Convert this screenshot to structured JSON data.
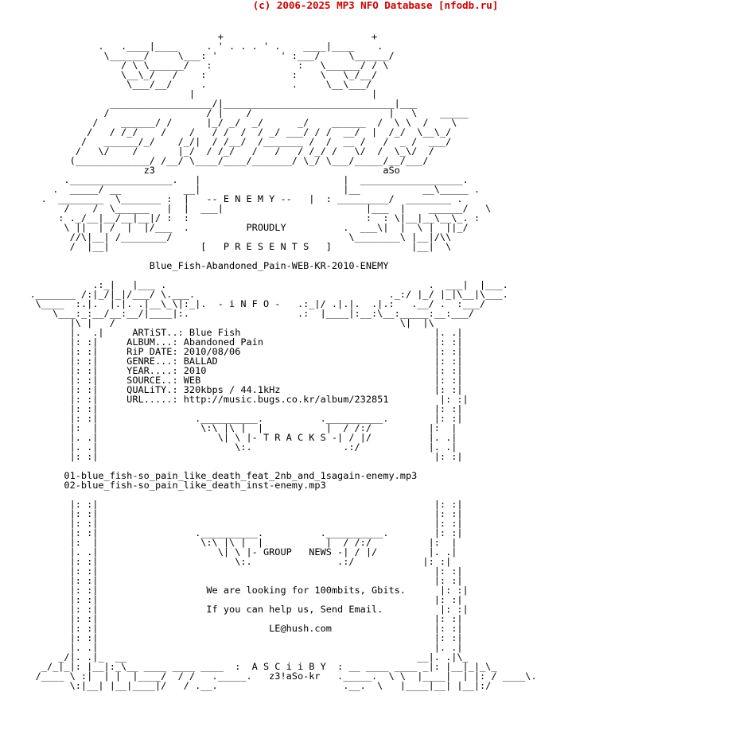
{
  "header": {
    "copyright": "(c) 2006-2025 MP3 NFO Database [nfodb.ru]",
    "color": "#cc0000"
  },
  "nfo": {
    "text_color": "#000000",
    "lines": [
      "",
      "                                    +                          +",
      "               .   .____|____     . ' . . . ' .    ____|____    .",
      "                \\______/     \\___: '           ' :___/     \\______/",
      "                   / \\ \\______/   :               :   \\______/ / \\",
      "                   \\__\\_/   /    :               :    \\   \\_/__/",
      "                    \\___/__/     .               .     \\__\\___/",
      "                               |                               |",
      "                 __________________/|______________________________|___",
      "                /                 / |    /                        |   \\    _____",
      "              /    ______/ /      |_/ _/  _/      _/    ______  /  \\ \\  /    \\",
      "             /   / /_/    /    /   / /  /  / _/ ___/ / /  __/  |  /_/  \\__\\_/",
      "            /   ______/_/    /_/|  / /__/  /_______ /  /  __ /   /  _ /  ___/",
      "           /   \\/    /       |_/  / /_/   /   /   / /_/ /   \\/  /  \\_\\/  /",
      "          (_____________/ /__/ \\____/____/_______/ \\_/ \\___/_____/__/___/",
      "                       z3                                        aSo",
      "         .__________________.   |                         |  __________________.",
      "       .  _____/ __           __|                         |__           __\\_____ .",
      "     .  ________  \\_______ :  |   -- E N E M Y --   |  : _________/  ________ .",
      "         /    /  \\______   |  |  ___|                         |___  |    ______/   \\",
      "        : ._/__|__/__|__|/ :  :                               :  : \\|__|__\\__\\_. :",
      "         \\ ||  | /  |  |/___  .          PROUDLY          .  ___\\|  |  \\ |  ||_/",
      "          //\\|__| /________/                               \\________\\ |__|/\\\\",
      "          /  |__|                [   P R E S E N T S   ]              |__|  \\",
      "",
      "                        Blue_Fish-Abandoned_Pain-WEB-KR-2010-ENEMY",
      "",
      "              .:_|   |___ .                                              .  ___|  |___.",
      "   ._______ /:|_/|_|/___/ \\.___.                                  ._:/ |_/ |_|\\__|\\___.",
      "    \\____  :.|.  |.|. .|__\\_\\|:_|.  - i N F O -   .:_|/ .|.|.  .|.:   .__/ .  :___/",
      "       \\___:_:__/__:__/|____|:.                   .:  |____|:__:\\__:_____:__:___/",
      "          |\\ |   /                                                  \\|  |\\",
      "          |.  .|     ARTiST..: Blue Fish                                  |. .|",
      "          |: :|     ALBUM...: Abandoned Pain                              |: :|",
      "          |: :|     RiP DATE: 2010/08/06                                  |: :|",
      "          |: :|     GENRE...: BALLAD                                      |: :|",
      "          |: :|     YEAR....: 2010                                        |: :|",
      "          |: :|     SOURCE..: WEB                                         |: :|",
      "          |: :|     QUALiTY.: 320kbps / 44.1kHz                           |: :|",
      "          |: :|     URL.....: http://music.bugs.co.kr/album/232851         |: :|",
      "          |: :|                                                           |: :|",
      "          |: :|                 .__________.          .__________.        |: :|",
      "          |:  |                  \\:\\ |\\ |  |           |  / /:/          |:  |",
      "          |. .|                     \\| \\ |- T R A C K S -| / |/          |. .|",
      "          |. .|                        \\:.                .:/            |. .|",
      "          |: :|                                                           |: :|",
      "",
      "         01-blue_fish-so_pain_like_death_feat_2nb_and_1sagain-enemy.mp3",
      "         02-blue_fish-so_pain_like_death_inst-enemy.mp3",
      "",
      "          |: :|                                                           |: :|",
      "          |: :|                                                           |: :|",
      "          |: :|                                                           |: :|",
      "          |: :|                 .__________.          .__________.        |: :|",
      "          |:  |                  \\:\\ |\\ |  |           |  / /:/          |:  |",
      "          |. .|                     \\| \\ |- GROUP   NEWS -| / |/         |. .|",
      "          |: :|                        \\:.               .:/            |: :|",
      "          |: :|                                                           |: :|",
      "          |: :|                                                           |: :|",
      "          |: :|                   We are looking for 100mbits, Gbits.      |: :|",
      "          |: :|                                                           |: :|",
      "          |: :|                   If you can help us, Send Email.          |: :|",
      "          |: :|                                                           |: :|",
      "          |: :|                              LE@hush.com                  |: :|",
      "          |: :|                                                           |: :|",
      "          |. .|                                                           |. .|",
      "        _/|. .|_  __                                                   __|. .|\\_",
      "     _/_|_|: |__|:_\\__ ____ ____ ____  :  A S C i i B Y  : __ ____ ____ _|: |__|_|_\\_",
      "    /____ \\ :|  | |  |____/  / /   ._____.   z3!aSo-kr   ._____.  \\ \\  |____|  | |: / ____\\.",
      "          \\:|__| |__|____|/   / .__.                      .__.  \\   |____|__| |__|:/"
    ]
  }
}
